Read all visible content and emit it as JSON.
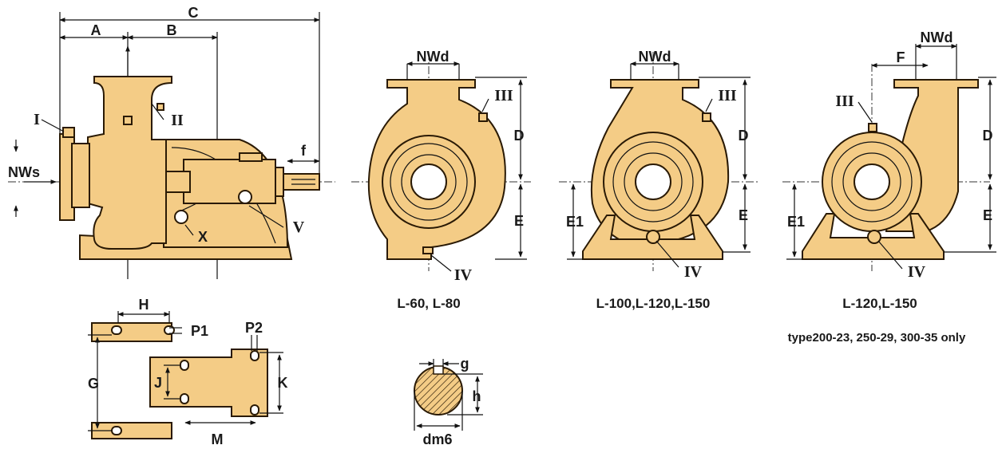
{
  "colors": {
    "casting": "#f4cc86",
    "outline": "#2a1a05",
    "dimension": "#111111"
  },
  "side_view": {
    "dims": {
      "A": "A",
      "B": "B",
      "C": "C",
      "f": "f",
      "NWs": "NWs"
    },
    "markers": {
      "I": "I",
      "II": "II",
      "V": "V",
      "X": "X"
    }
  },
  "view_1": {
    "caption": "L-60, L-80",
    "NWd": "NWd",
    "D": "D",
    "E": "E",
    "III": "III",
    "IV": "IV"
  },
  "view_2": {
    "caption": "L-100,L-120,L-150",
    "NWd": "NWd",
    "D": "D",
    "E": "E",
    "E1": "E1",
    "III": "III",
    "IV": "IV"
  },
  "view_3": {
    "caption": "L-120,L-150",
    "note": "type200-23, 250-29, 300-35 only",
    "NWd": "NWd",
    "F": "F",
    "D": "D",
    "E": "E",
    "E1": "E1",
    "III": "III",
    "IV": "IV"
  },
  "foot_plan": {
    "H": "H",
    "P1": "P1",
    "P2": "P2",
    "G": "G",
    "J": "J",
    "K": "K",
    "M": "M"
  },
  "shaft": {
    "g": "g",
    "h": "h",
    "dm6": "dm6"
  }
}
